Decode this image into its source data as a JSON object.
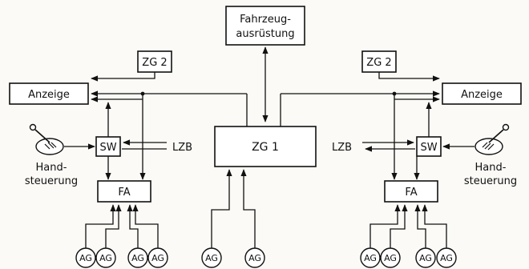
{
  "fahrzeug": {
    "line1": "Fahrzeug-",
    "line2": "ausrüstung"
  },
  "zg1": "ZG 1",
  "left": {
    "zg2": "ZG 2",
    "anzeige": "Anzeige",
    "sw": "SW",
    "lzb": "LZB",
    "fa": "FA",
    "hand_line1": "Hand-",
    "hand_line2": "steuerung",
    "ag": [
      "AG",
      "AG",
      "AG",
      "AG"
    ]
  },
  "right": {
    "zg2": "ZG 2",
    "anzeige": "Anzeige",
    "sw": "SW",
    "lzb": "LZB",
    "fa": "FA",
    "hand_line1": "Hand-",
    "hand_line2": "steuerung",
    "ag": [
      "AG",
      "AG",
      "AG",
      "AG"
    ]
  },
  "center_ag": [
    "AG",
    "AG"
  ]
}
